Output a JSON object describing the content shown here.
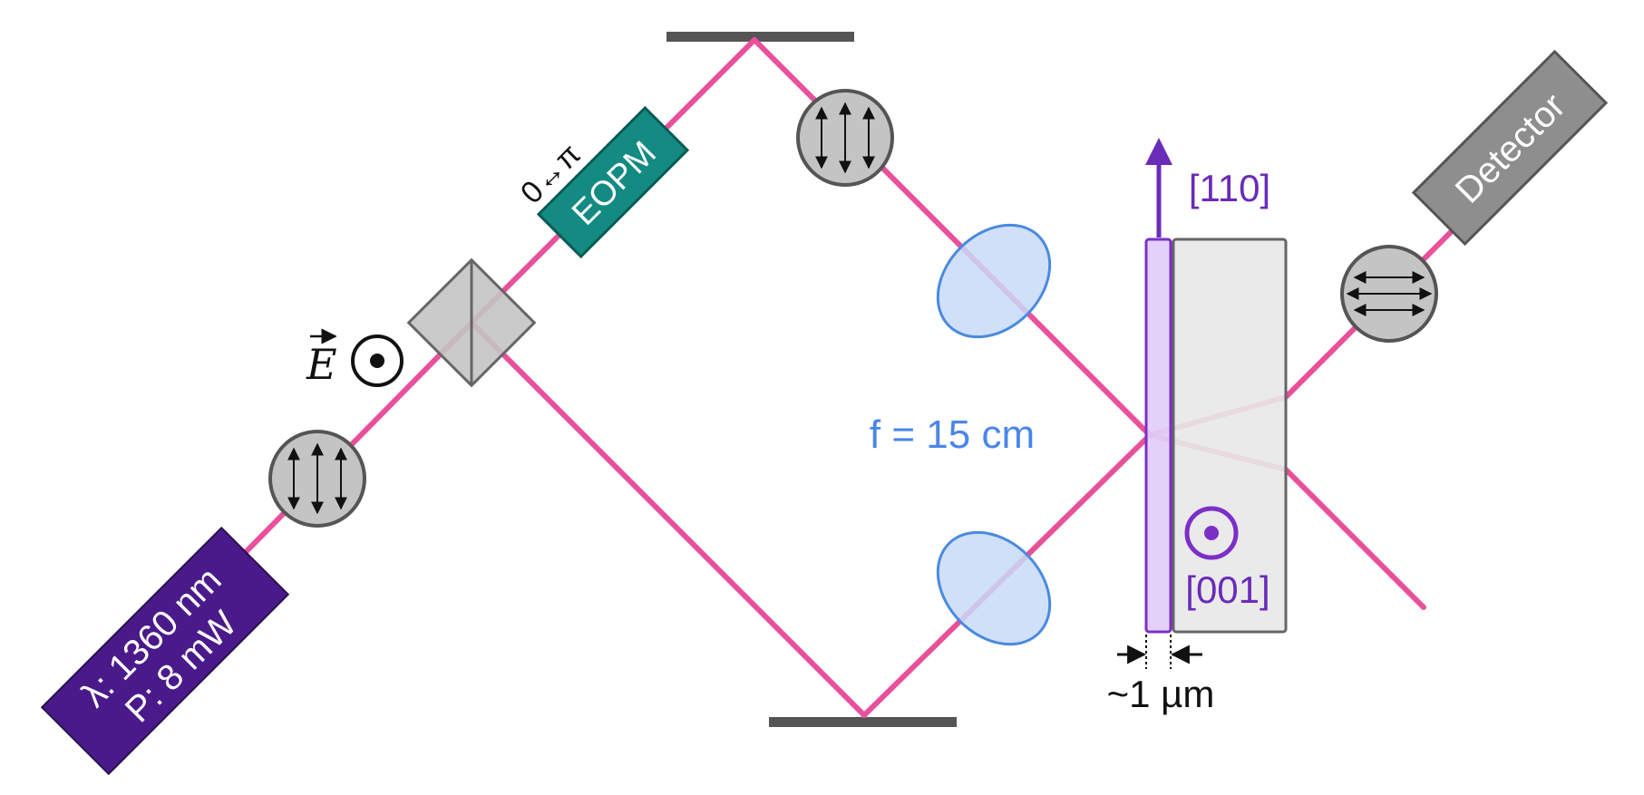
{
  "colors": {
    "beam": "#e8519a",
    "laser": "#4a1a8a",
    "eopm": "#138a82",
    "lens_fill": "#c8daf8",
    "lens_stroke": "#4a8ae0",
    "polarizer_fill": "#c4c4c4",
    "dark_gray": "#555555",
    "sample_thin": "#e0ccf8",
    "sample_purple": "#7b2fc7",
    "substrate": "#e6e6e6",
    "detector": "#8e8e8e",
    "label_blue": "#4a86e8",
    "label_purple": "#6a2bb8"
  },
  "laser": {
    "line1": "λ: 1360 nm",
    "line2": "P: 8 mW"
  },
  "eopm": {
    "label": "EOPM",
    "phase_label": "0↔π"
  },
  "polarization": {
    "field_label": "E",
    "field_symbol": "⊙ (out of plane)"
  },
  "lens": {
    "focal_label": "f = 15 cm"
  },
  "sample": {
    "axis_110": "[110]",
    "axis_001": "[001]",
    "thickness_label": "~1 µm"
  },
  "detector": {
    "label": "Detector"
  }
}
